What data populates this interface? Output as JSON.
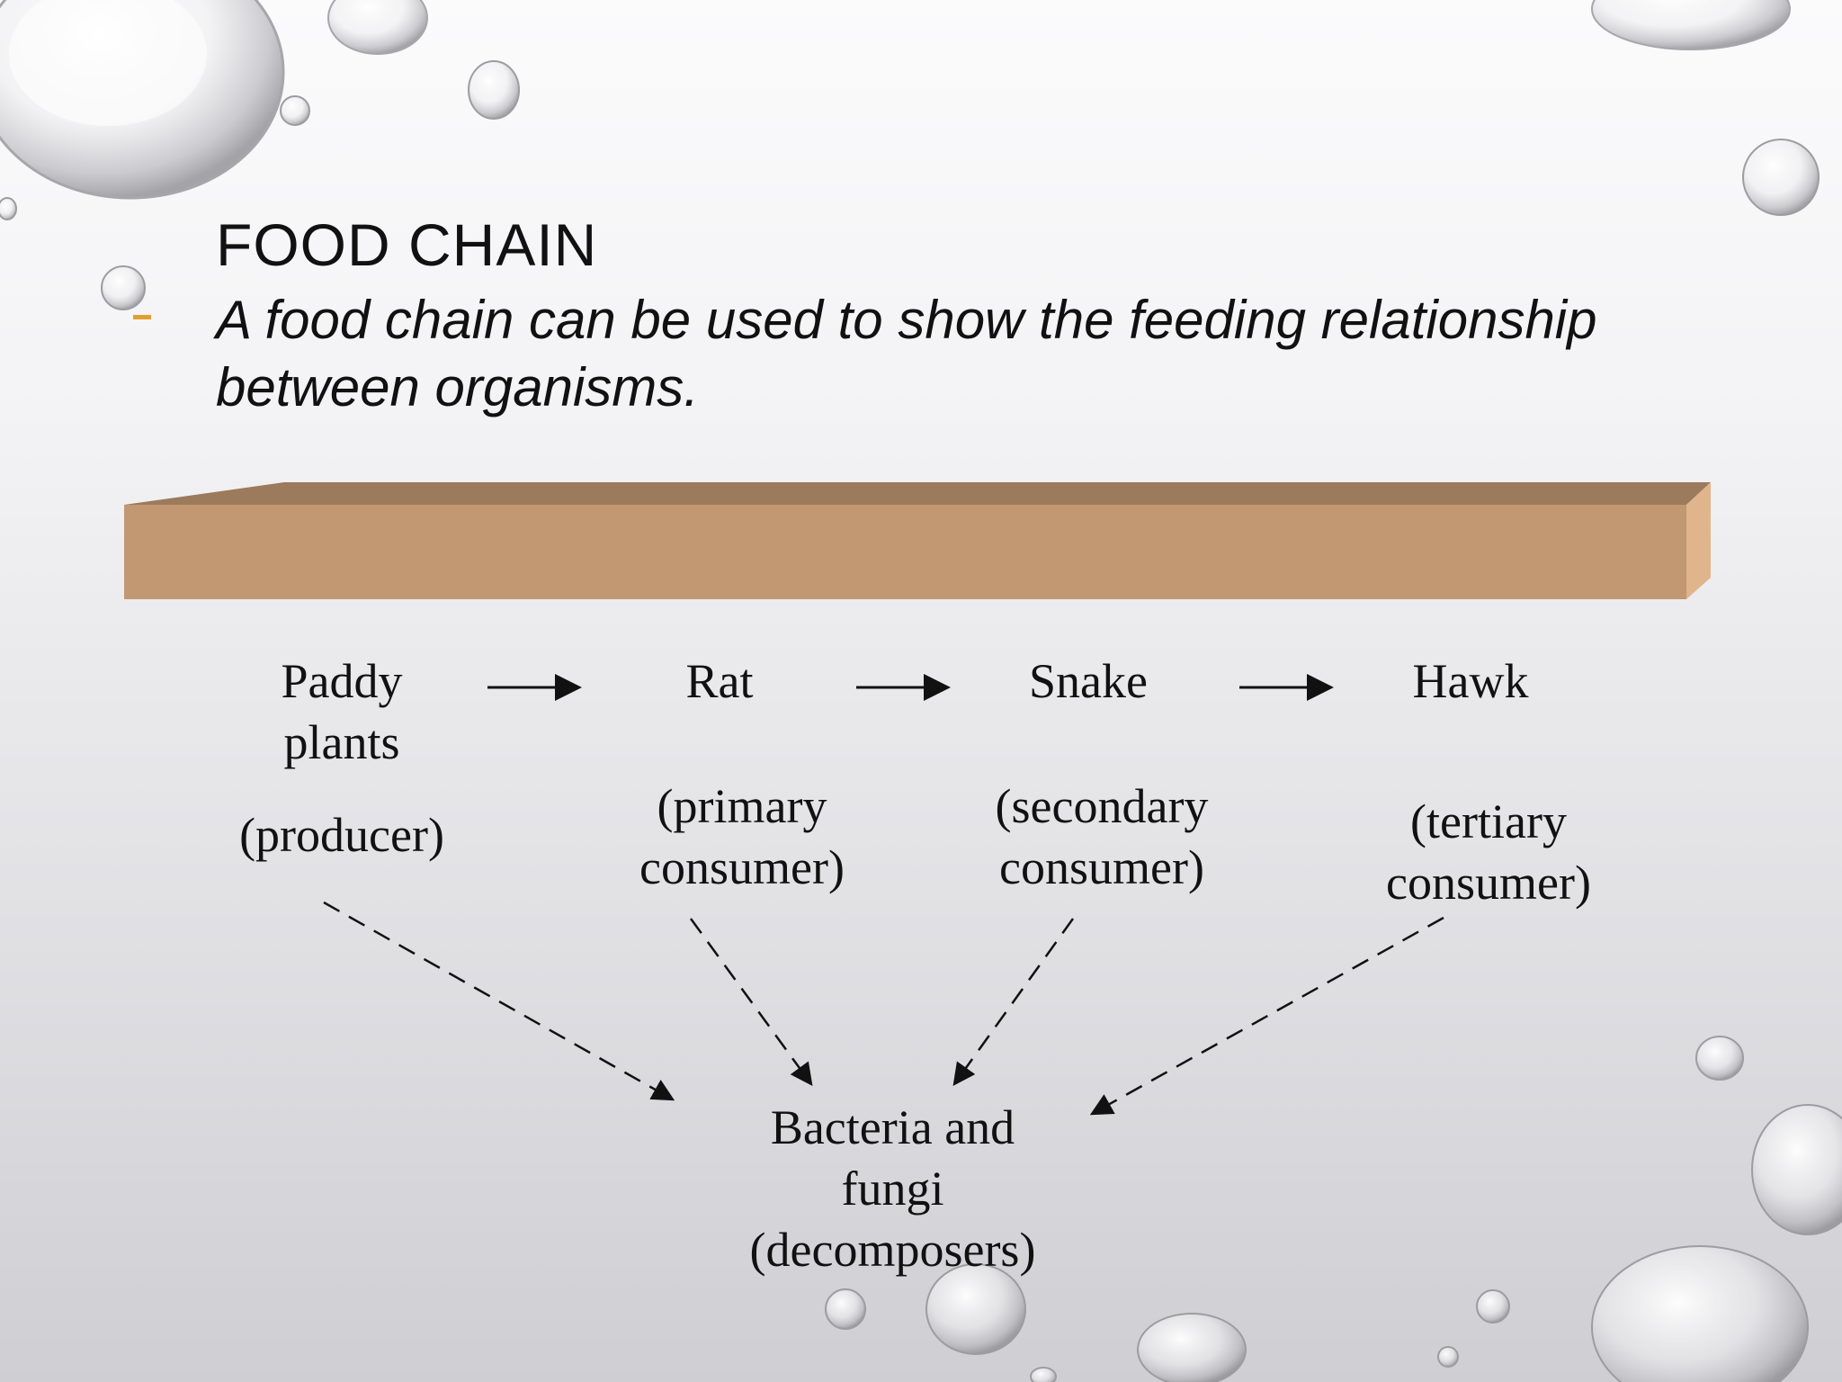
{
  "slide": {
    "title": "FOOD CHAIN",
    "bullet": "A food chain can be used to show the feeding relationship between organisms."
  },
  "food_chain": {
    "organisms": [
      {
        "name": "Paddy plants",
        "role": "(producer)"
      },
      {
        "name": "Rat",
        "role": "(primary consumer)"
      },
      {
        "name": "Snake",
        "role": "(secondary consumer)"
      },
      {
        "name": "Hawk",
        "role": "(tertiary consumer)"
      }
    ],
    "decomposer": {
      "name": "Bacteria and fungi",
      "role": "(decomposers)"
    }
  },
  "colors": {
    "plank_face": "#c29873",
    "plank_top": "#9c7a5c",
    "plank_side": "#e0b58c",
    "bullet_accent": "#e0a030"
  }
}
